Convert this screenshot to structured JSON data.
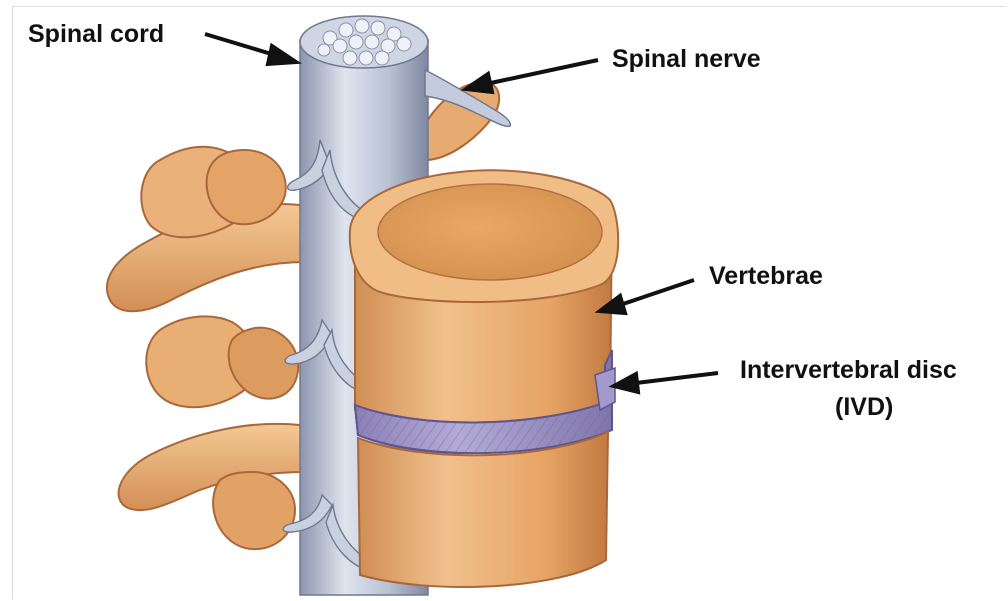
{
  "labels": {
    "spinal_cord": "Spinal cord",
    "spinal_nerve": "Spinal nerve",
    "vertebrae": "Vertebrae",
    "ivd_line1": "Intervertebral disc",
    "ivd_line2": "(IVD)"
  },
  "colors": {
    "bone": "#e8a868",
    "bone_light": "#f1c08c",
    "bone_dark": "#c9834a",
    "bone_outline": "#a9683a",
    "cord": "#b8c0d4",
    "cord_light": "#dfe4ee",
    "cord_dark": "#8c95ad",
    "disc": "#a39acb",
    "disc_dark": "#7c72a8",
    "arrow": "#111111"
  }
}
